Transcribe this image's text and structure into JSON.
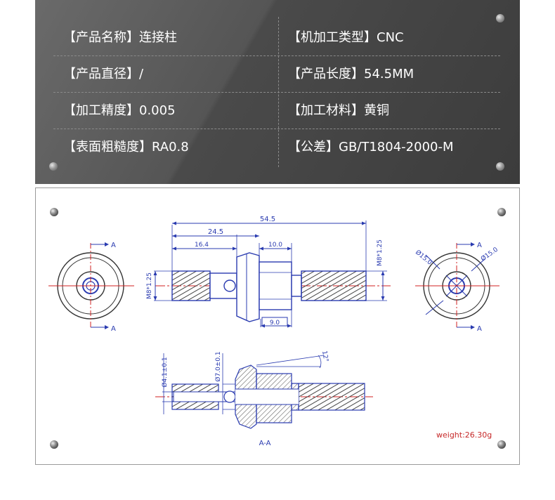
{
  "specs": [
    {
      "left_label": "【产品名称】",
      "left_value": "连接柱",
      "right_label": "【机加工类型】",
      "right_value": "CNC"
    },
    {
      "left_label": "【产品直径】",
      "left_value": "/",
      "right_label": "【产品长度】",
      "right_value": "54.5MM"
    },
    {
      "left_label": "【加工精度】",
      "left_value": "0.005",
      "right_label": "【加工材料】",
      "right_value": "黄铜"
    },
    {
      "left_label": "【表面粗糙度】",
      "left_value": "RA0.8",
      "right_label": "【公差】",
      "right_value": "GB/T1804-2000-M"
    }
  ],
  "drawing": {
    "dim_total_length": "54.5",
    "dim_hex_length": "24.5",
    "dim_thread_length": "16.4",
    "dim_mid_length": "10.0",
    "dim_flange_width": "9.0",
    "thread_left": "M8*1.25",
    "thread_right": "M8*1.25",
    "section_marker": "A",
    "dia_inner": "Ø15.0",
    "dia_outer": "Ø15.0",
    "dia_bore": "Ø4.1±0.1",
    "dia_cross_hole": "Ø7.0±0.1",
    "angle": "12°",
    "section_label": "A-A",
    "weight": "weight:26.30g"
  },
  "colors": {
    "line": "#2a3bb0",
    "centerline": "#d02020",
    "hatch": "#707070",
    "weight_text": "#c62828"
  }
}
